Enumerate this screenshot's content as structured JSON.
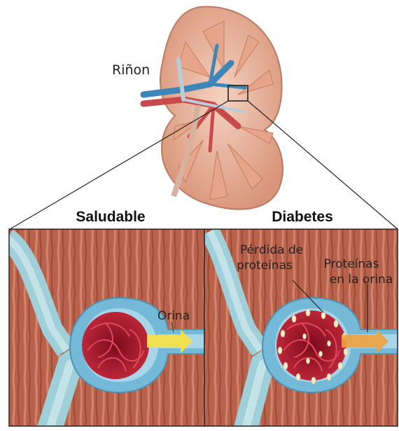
{
  "kidney": {
    "label": "Riñon"
  },
  "panels": {
    "healthy": {
      "heading": "Saludable",
      "urine_label": "Orina"
    },
    "diabetes": {
      "heading": "Diabetes",
      "protein_loss_label": [
        "Pérdida de",
        "proteínas"
      ],
      "urine_protein_label": [
        "Proteínas",
        "en la orina"
      ]
    }
  },
  "colors": {
    "kidney_tissue": "#e9b59c",
    "muscle_background": "#b8604a",
    "tubule_blue": "#8ec5d6",
    "capsule_blue": "#6fb6d6",
    "glomerulus": "#a8162a",
    "healthy_urine_arrow": "#f3e04a",
    "diabetes_urine_arrow": "#f0a23c",
    "protein_dots": "#f7ecc8"
  },
  "icons": {
    "urine_arrow": "arrow-right-icon"
  }
}
